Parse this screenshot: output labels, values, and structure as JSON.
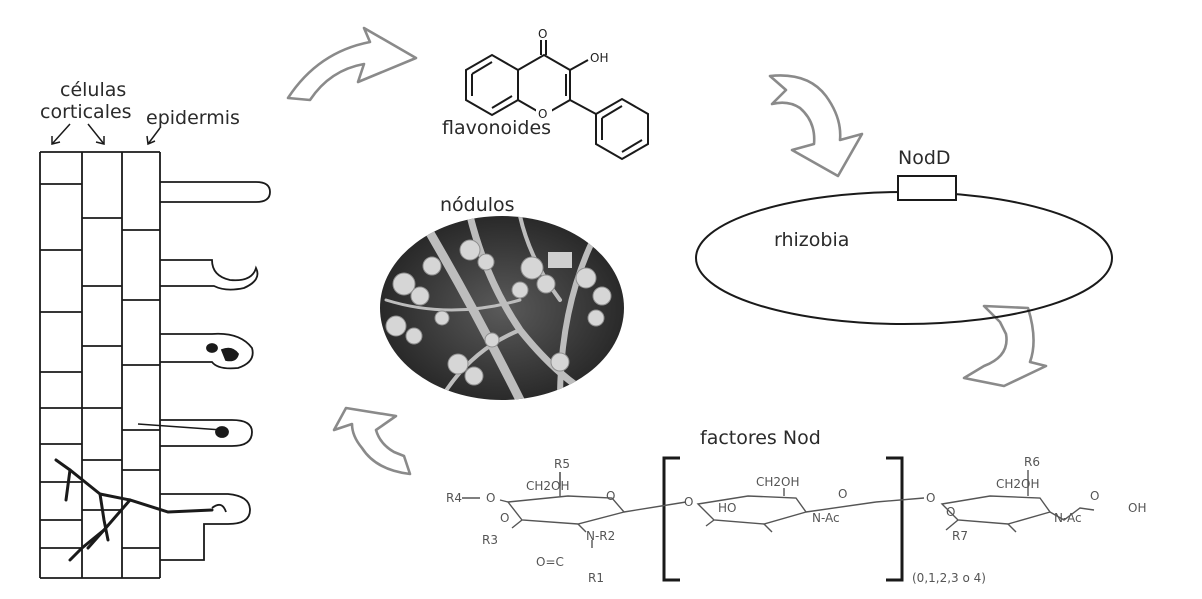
{
  "labels": {
    "cortical_cells": [
      "células",
      "corticales"
    ],
    "epidermis": "epidermis",
    "flavonoids": "flavonoides",
    "nodules": "nódulos",
    "rhizobia": "rhizobia",
    "nodd": "NodD",
    "nod_factors": "factores Nod"
  },
  "flavonoid_structure": {
    "carbonyl_o": "O",
    "hydroxyl": "OH",
    "ring_o": "O"
  },
  "nod_factor_structure": {
    "unit1": {
      "r5": "R5",
      "ch2oh": "CH2OH",
      "ring_o": "O",
      "r4": "R4",
      "o_r4": "O",
      "o_r3": "O",
      "r3": "R3",
      "n_r2": "N-R2",
      "oc": "O=C",
      "r1": "R1"
    },
    "link1": "O",
    "unit2": {
      "ch2oh": "CH2OH",
      "ring_o": "O",
      "ho": "HO",
      "nac": "N-Ac"
    },
    "link2": "O",
    "unit3": {
      "r6": "R6",
      "ch2oh": "CH2OH",
      "ring_o": "O",
      "o_r7": "O",
      "r7": "R7",
      "nac": "N-Ac",
      "oh": "OH"
    },
    "repeat_count": "(0,1,2,3 o 4)"
  },
  "colors": {
    "arrow_stroke": "#8a8a8a",
    "line": "#1a1a1a",
    "chem_text": "#555555"
  },
  "icons": [
    "cycle-arrow-icon",
    "root-hair-diagram",
    "bacterium-cell",
    "nodule-photo"
  ]
}
